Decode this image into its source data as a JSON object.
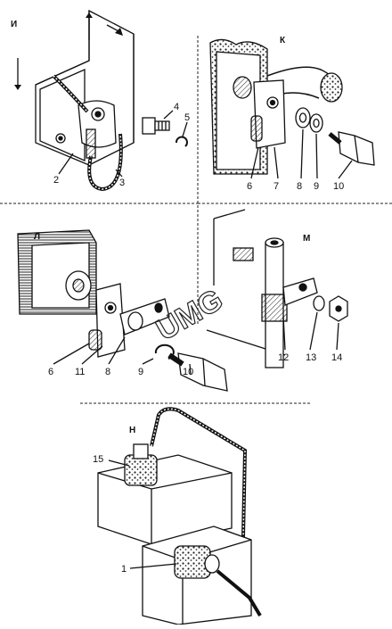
{
  "sections": {
    "i": "И",
    "k": "К",
    "l": "Л",
    "m": "М",
    "n": "Н"
  },
  "watermark": "UMG",
  "labels": {
    "p1": "1",
    "p2": "2",
    "p3": "3",
    "p4": "4",
    "p5": "5",
    "p6k": "6",
    "p7": "7",
    "p8k": "8",
    "p9k": "9",
    "p10k": "10",
    "p6l": "6",
    "p11": "11",
    "p8l": "8",
    "p9l": "9",
    "p10l": "10",
    "p12": "12",
    "p13": "13",
    "p14": "14",
    "p15": "15"
  },
  "colors": {
    "ink": "#111111",
    "paper": "#ffffff",
    "shade": "#555555"
  }
}
